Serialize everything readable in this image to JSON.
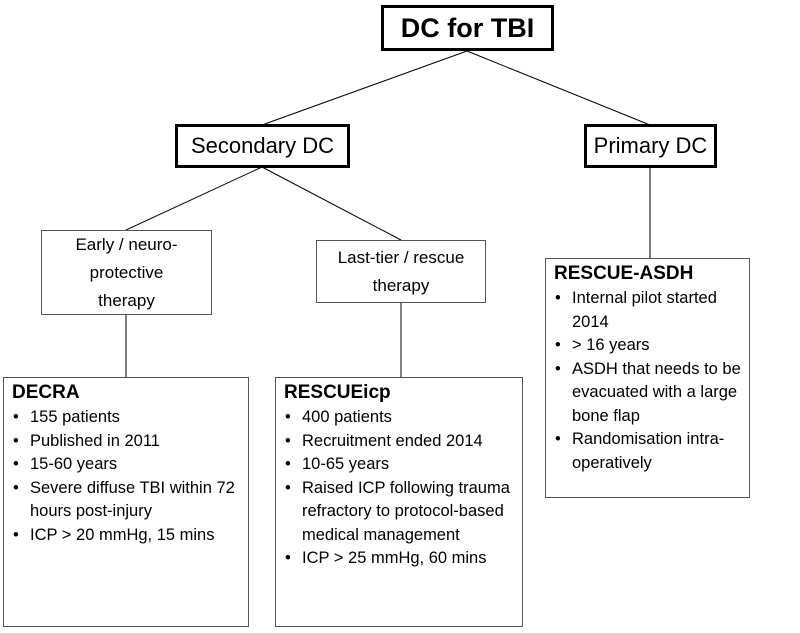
{
  "root": {
    "title": "DC for TBI"
  },
  "branches": {
    "secondary": {
      "label": "Secondary DC"
    },
    "primary": {
      "label": "Primary DC"
    }
  },
  "subbranches": {
    "early": {
      "label": "Early / neuro-protective therapy"
    },
    "last_tier": {
      "label": "Last-tier / rescue therapy"
    }
  },
  "trials": {
    "decra": {
      "title": "DECRA",
      "bullets": [
        "155 patients",
        "Published in 2011",
        "15-60 years",
        "Severe diffuse TBI within 72 hours post-injury",
        "ICP > 20 mmHg, 15 mins"
      ]
    },
    "rescueicp": {
      "title": "RESCUEicp",
      "bullets": [
        "400 patients",
        "Recruitment ended 2014",
        "10-65 years",
        "Raised ICP following trauma refractory to protocol-based medical management",
        "ICP > 25 mmHg, 60 mins"
      ]
    },
    "rescue_asdh": {
      "title": "RESCUE-ASDH",
      "bullets": [
        "Internal pilot started 2014",
        "> 16 years",
        "ASDH that needs to be evacuated with a large bone flap",
        "Randomisation intra-operatively"
      ]
    }
  }
}
